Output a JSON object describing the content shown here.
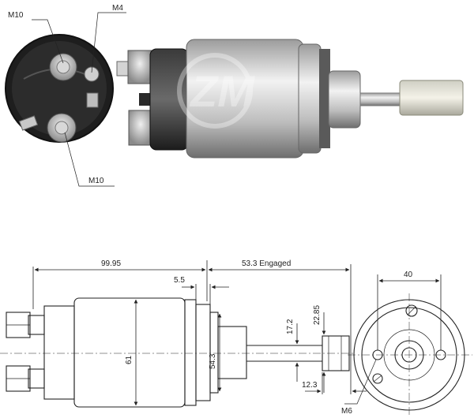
{
  "photo": {
    "callouts": {
      "top_left": "M10",
      "top_right": "M4",
      "bottom": "M10"
    },
    "brand_watermark": "ZM"
  },
  "drawing": {
    "length_overall": "99.95",
    "plunger_travel": "53.3 Engaged",
    "flange_thickness": "5.5",
    "body_diameter": "61",
    "flange_diameter": "54.3",
    "plunger_diameter": "17.2",
    "tip_diameter": "22.85",
    "tip_length": "12.3",
    "mount_spacing": "40",
    "mount_thread": "M6"
  }
}
